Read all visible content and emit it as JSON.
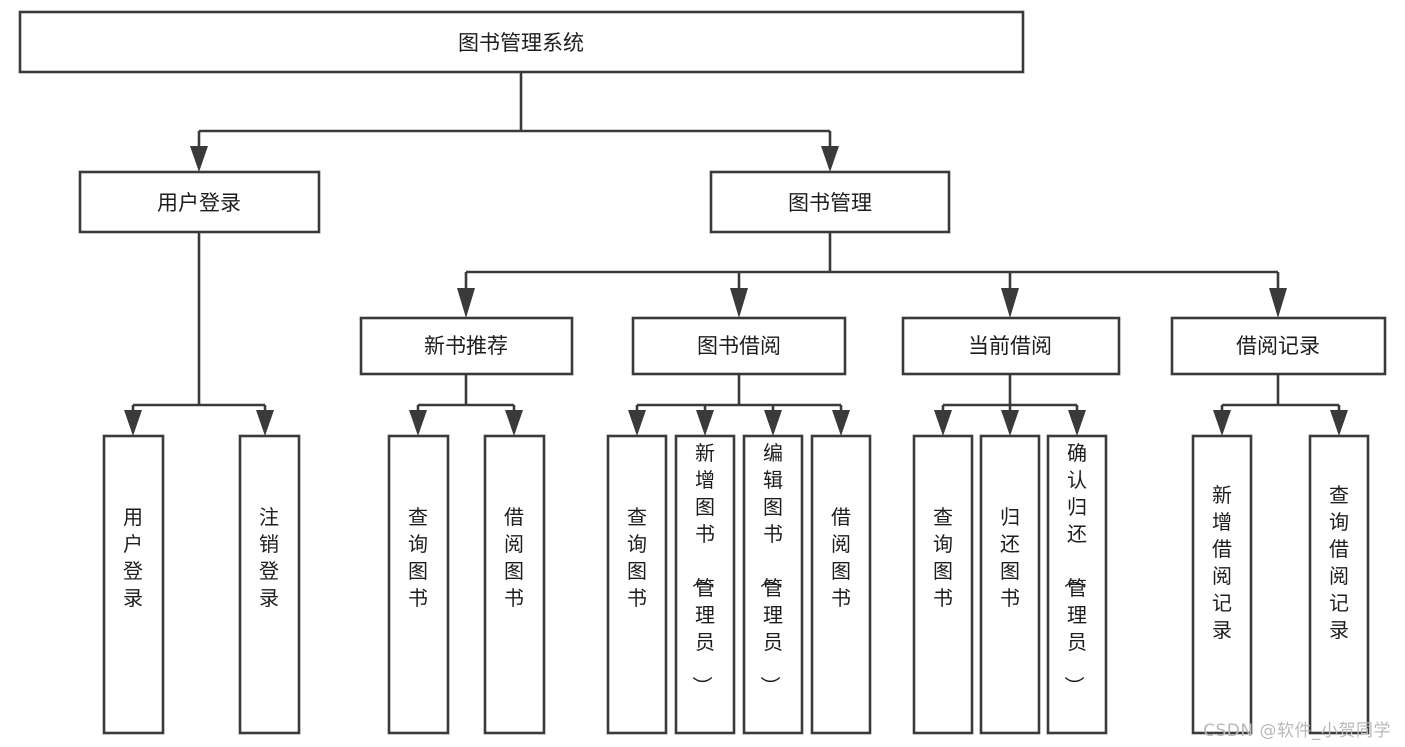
{
  "diagram": {
    "title": "图书管理系统",
    "type": "tree-hierarchy-diagram",
    "colors": {
      "background": "#ffffff",
      "box_stroke": "#3a3a3a",
      "box_fill": "#ffffff",
      "text": "#1d1d1d",
      "watermark": "#b9b9b9"
    },
    "root": {
      "label": "图书管理系统"
    },
    "level2": [
      {
        "label": "用户登录"
      },
      {
        "label": "图书管理"
      }
    ],
    "level3": [
      {
        "label": "新书推荐"
      },
      {
        "label": "图书借阅"
      },
      {
        "label": "当前借阅"
      },
      {
        "label": "借阅记录"
      }
    ],
    "leaves": {
      "user_login": [
        {
          "label": "用户登录"
        },
        {
          "label": "注销登录"
        }
      ],
      "new_book_recommend": [
        {
          "label": "查询图书"
        },
        {
          "label": "借阅图书"
        }
      ],
      "book_borrow": [
        {
          "label": "查询图书"
        },
        {
          "label": "新增图书（管理员）"
        },
        {
          "label": "编辑图书（管理员）"
        },
        {
          "label": "借阅图书"
        }
      ],
      "current_borrow": [
        {
          "label": "查询图书"
        },
        {
          "label": "归还图书"
        },
        {
          "label": "确认归还（管理员）"
        }
      ],
      "borrow_record": [
        {
          "label": "新增借阅记录"
        },
        {
          "label": "查询借阅记录"
        }
      ]
    }
  },
  "watermark": {
    "text": "CSDN @软件_小贺同学"
  }
}
